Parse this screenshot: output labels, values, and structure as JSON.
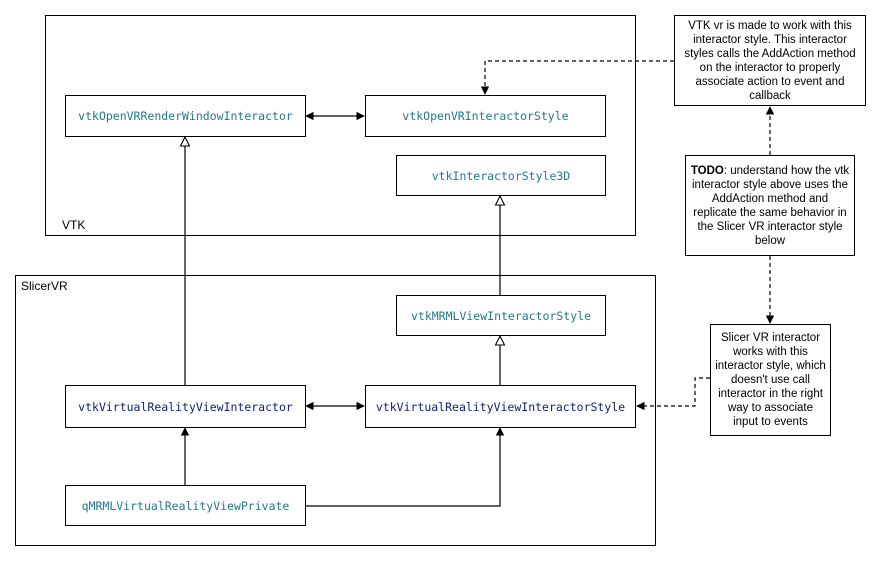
{
  "groups": {
    "vtk_label": "VTK",
    "slicervr_label": "SlicerVR"
  },
  "classes": {
    "vtk_openvr_render_window_interactor": "vtkOpenVRRenderWindowInteractor",
    "vtk_openvr_interactor_style": "vtkOpenVRInteractorStyle",
    "vtk_interactor_style_3d": "vtkInteractorStyle3D",
    "vtk_mrml_view_interactor_style": "vtkMRMLViewInteractorStyle",
    "vtk_virtual_reality_view_interactor": "vtkVirtualRealityViewInteractor",
    "vtk_virtual_reality_view_interactor_style": "vtkVirtualRealityViewInteractorStyle",
    "q_mrml_virtual_reality_view_private": "qMRMLVirtualRealityViewPrivate"
  },
  "notes": {
    "vtk_note": "VTK vr is made to work with this interactor style. This interactor styles calls the AddAction method on the interactor to properly associate action to event and callback",
    "todo_bold": "TODO",
    "todo_rest": ": understand how the vtk interactor style above uses the AddAction method and replicate the same behavior in the Slicer VR interactor style below",
    "slicer_note": "Slicer VR interactor works with this interactor style, which doesn't use call interactor in the right way to associate input to events"
  },
  "colors": {
    "teal_class_text": "#1f7a8c",
    "navy_class_text": "#0b1f7a",
    "stroke": "#000000"
  }
}
